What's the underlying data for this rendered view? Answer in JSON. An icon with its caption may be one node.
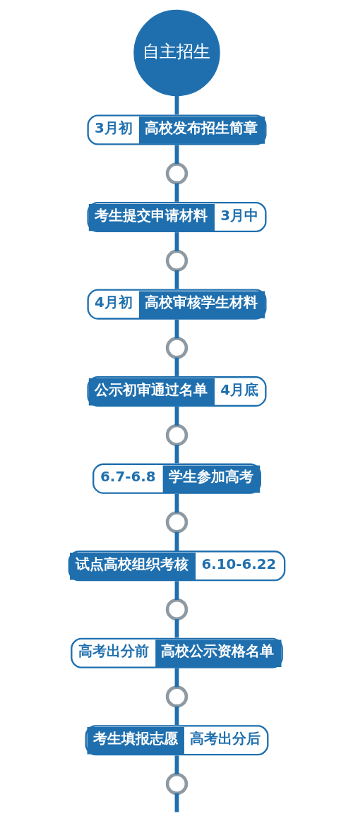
{
  "diagram": {
    "nodes": [
      {
        "text": [
          "自主招生"
        ]
      },
      {
        "text": [
          "3月初",
          "高校发布招生简章"
        ]
      },
      {
        "text": [],
        "shape": "circle"
      },
      {
        "text": [
          "考生提交申请材料",
          "3月中"
        ]
      },
      {
        "text": [],
        "shape": "circle"
      },
      {
        "text": [
          "4月初",
          "高校审核学生材料"
        ]
      },
      {
        "text": [],
        "shape": "circle"
      },
      {
        "text": [
          "公示初审通过名单",
          "4月底"
        ]
      },
      {
        "text": [],
        "shape": "circle"
      },
      {
        "text": [
          "6.7-6.8",
          "学生参加高考"
        ]
      },
      {
        "text": [],
        "shape": "circle"
      },
      {
        "text": [
          "试点高校组织考核",
          "6.10-6.22"
        ]
      },
      {
        "text": [],
        "shape": "circle"
      },
      {
        "text": [
          "高考出分前",
          "高校公示资格名单"
        ]
      },
      {
        "text": [],
        "shape": "circle"
      },
      {
        "text": [
          "考生填报志愿",
          "高考出分后"
        ]
      },
      {
        "text": [],
        "shape": "circle"
      }
    ],
    "edges": [
      {
        "from": 0,
        "to": 1,
        "arrow": "none"
      },
      {
        "from": 1,
        "to": 2,
        "arrow": "none"
      },
      {
        "from": 2,
        "to": 3,
        "arrow": "none"
      },
      {
        "from": 3,
        "to": 4,
        "arrow": "none"
      },
      {
        "from": 4,
        "to": 5,
        "arrow": "none"
      },
      {
        "from": 5,
        "to": 6,
        "arrow": "none"
      },
      {
        "from": 6,
        "to": 7,
        "arrow": "none"
      },
      {
        "from": 7,
        "to": 8,
        "arrow": "none"
      },
      {
        "from": 8,
        "to": 9,
        "arrow": "none"
      },
      {
        "from": 9,
        "to": 10,
        "arrow": "none"
      },
      {
        "from": 10,
        "to": 11,
        "arrow": "none"
      },
      {
        "from": 11,
        "to": 12,
        "arrow": "none"
      },
      {
        "from": 12,
        "to": 13,
        "arrow": "none"
      },
      {
        "from": 13,
        "to": 14,
        "arrow": "none"
      },
      {
        "from": 14,
        "to": 15,
        "arrow": "none"
      },
      {
        "from": 15,
        "to": 16,
        "arrow": "none"
      },
      {
        "from": 16,
        "to": null,
        "arrow": "none"
      }
    ]
  }
}
